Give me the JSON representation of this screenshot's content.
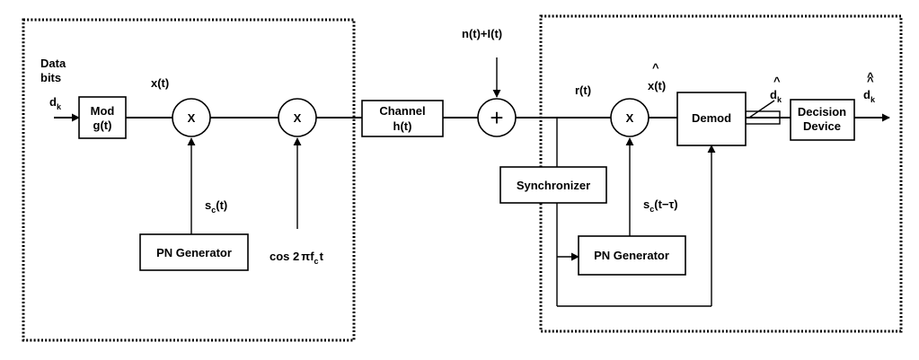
{
  "labels": {
    "data_bits_1": "Data",
    "data_bits_2": "bits",
    "dk_input": "d",
    "dk_input_sub": "k",
    "xt": "x(t)",
    "sc_t": "s",
    "sc_t_sub": "c",
    "sc_t_arg": "(t)",
    "cos_carrier": "cos 2",
    "cos_pi": "π",
    "cos_f": "f",
    "cos_f_sub": "c",
    "cos_t": "t",
    "noise": "n(t)+I(t)",
    "rt": "r(t)",
    "xhat": "x(t)",
    "xhat_mark": "^",
    "dk_hat": "d",
    "dk_hat_sub": "k",
    "dk_hat_mark": "^",
    "dk_out": "d",
    "dk_out_sub": "k",
    "dk_out_mark": "^",
    "sc_delay": "s",
    "sc_delay_sub": "c",
    "sc_delay_arg": "(t−τ)"
  },
  "blocks": {
    "mod_1": "Mod",
    "mod_2": "g(t)",
    "channel_1": "Channel",
    "channel_2": "h(t)",
    "pn_generator_tx": "PN Generator",
    "synchronizer": "Synchronizer",
    "demod": "Demod",
    "decision_1": "Decision",
    "decision_2": "Device",
    "pn_generator_rx": "PN Generator"
  },
  "nodes": {
    "multiplier_symbol": "X",
    "summer_symbol": "+"
  }
}
